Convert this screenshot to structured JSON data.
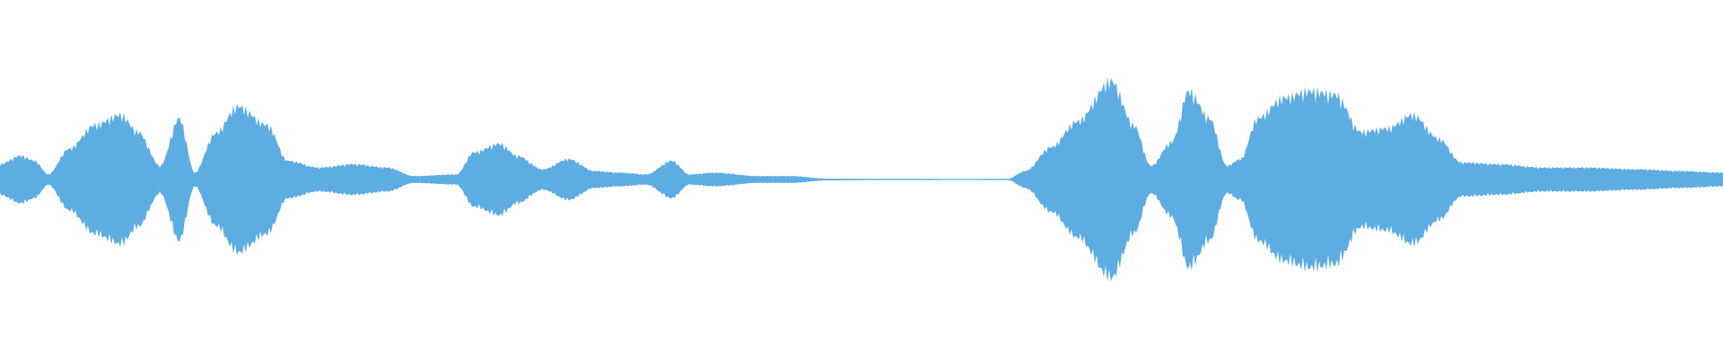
{
  "waveform": {
    "color": "#5dade2",
    "background": "#ffffff",
    "envelope": [
      [
        0.0,
        0.09
      ],
      [
        0.012,
        0.14
      ],
      [
        0.02,
        0.11
      ],
      [
        0.028,
        0.03
      ],
      [
        0.04,
        0.18
      ],
      [
        0.055,
        0.32
      ],
      [
        0.07,
        0.38
      ],
      [
        0.08,
        0.28
      ],
      [
        0.093,
        0.08
      ],
      [
        0.104,
        0.36
      ],
      [
        0.113,
        0.04
      ],
      [
        0.125,
        0.27
      ],
      [
        0.138,
        0.43
      ],
      [
        0.155,
        0.32
      ],
      [
        0.167,
        0.11
      ],
      [
        0.185,
        0.07
      ],
      [
        0.205,
        0.09
      ],
      [
        0.225,
        0.07
      ],
      [
        0.24,
        0.02
      ],
      [
        0.265,
        0.03
      ],
      [
        0.275,
        0.16
      ],
      [
        0.29,
        0.21
      ],
      [
        0.3,
        0.14
      ],
      [
        0.315,
        0.06
      ],
      [
        0.33,
        0.12
      ],
      [
        0.345,
        0.05
      ],
      [
        0.36,
        0.04
      ],
      [
        0.375,
        0.03
      ],
      [
        0.39,
        0.11
      ],
      [
        0.4,
        0.03
      ],
      [
        0.415,
        0.04
      ],
      [
        0.44,
        0.02
      ],
      [
        0.46,
        0.02
      ],
      [
        0.48,
        0.005
      ],
      [
        0.52,
        0.004
      ],
      [
        0.56,
        0.003
      ],
      [
        0.585,
        0.004
      ],
      [
        0.595,
        0.05
      ],
      [
        0.61,
        0.19
      ],
      [
        0.625,
        0.34
      ],
      [
        0.645,
        0.58
      ],
      [
        0.658,
        0.32
      ],
      [
        0.668,
        0.08
      ],
      [
        0.68,
        0.22
      ],
      [
        0.69,
        0.52
      ],
      [
        0.702,
        0.36
      ],
      [
        0.712,
        0.08
      ],
      [
        0.72,
        0.12
      ],
      [
        0.73,
        0.36
      ],
      [
        0.745,
        0.48
      ],
      [
        0.76,
        0.52
      ],
      [
        0.775,
        0.5
      ],
      [
        0.79,
        0.28
      ],
      [
        0.805,
        0.3
      ],
      [
        0.82,
        0.38
      ],
      [
        0.835,
        0.24
      ],
      [
        0.848,
        0.1
      ],
      [
        0.87,
        0.09
      ],
      [
        0.895,
        0.07
      ],
      [
        0.92,
        0.07
      ],
      [
        0.95,
        0.06
      ],
      [
        0.975,
        0.05
      ],
      [
        1.0,
        0.04
      ]
    ]
  }
}
